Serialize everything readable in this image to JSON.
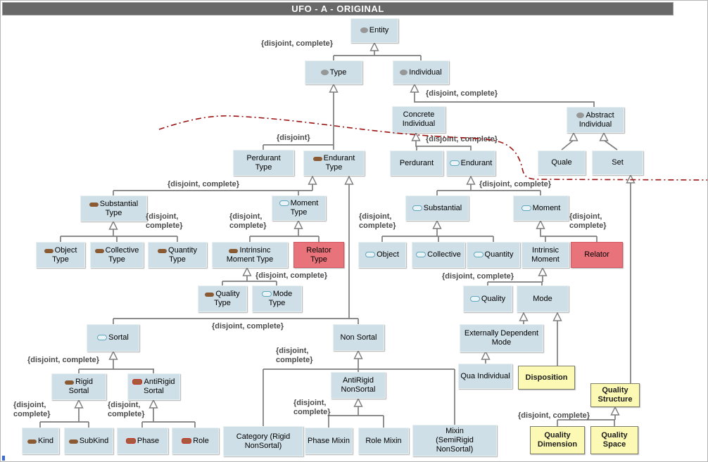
{
  "title": "UFO - A - ORIGINAL",
  "colors": {
    "box_fill": "#cfdfe7",
    "box_red": "#e8737b",
    "box_yellow": "#fbf9b4",
    "title_bg": "#686868",
    "title_text": "#ffffff",
    "connector_line": "#7d7d7d",
    "red_dashed_line": "#9b1313",
    "icon_brown": "#8a5a33",
    "icon_blue_border": "#5fa8c2",
    "icon_gray": "#979797",
    "icon_red_border": "#c23028"
  },
  "nodes": [
    {
      "id": "entity",
      "label": "Entity",
      "icon": "gray-circle",
      "variant": ""
    },
    {
      "id": "type",
      "label": "Type",
      "icon": "gray-circle",
      "variant": ""
    },
    {
      "id": "individual",
      "label": "Individual",
      "icon": "gray-circle",
      "variant": ""
    },
    {
      "id": "concrete-individual",
      "label": "Concrete\nIndividual",
      "icon": null,
      "variant": ""
    },
    {
      "id": "abstract-individual",
      "label": "Abstract\nIndividual",
      "icon": "gray-circle",
      "variant": ""
    },
    {
      "id": "perdurant-type",
      "label": "Perdurant\nType",
      "icon": null,
      "variant": ""
    },
    {
      "id": "endurant-type",
      "label": "Endurant\nType",
      "icon": "brown-pill",
      "variant": ""
    },
    {
      "id": "perdurant",
      "label": "Perdurant",
      "icon": null,
      "variant": ""
    },
    {
      "id": "endurant",
      "label": "Endurant",
      "icon": "blue-pill",
      "variant": ""
    },
    {
      "id": "quale",
      "label": "Quale",
      "icon": null,
      "variant": ""
    },
    {
      "id": "set",
      "label": "Set",
      "icon": null,
      "variant": ""
    },
    {
      "id": "substantial-type",
      "label": "Substantial\nType",
      "icon": "brown-pill",
      "variant": ""
    },
    {
      "id": "moment-type",
      "label": "Moment\nType",
      "icon": "blue-pill",
      "variant": ""
    },
    {
      "id": "object-type",
      "label": "Object\nType",
      "icon": "brown-pill",
      "variant": ""
    },
    {
      "id": "collective-type",
      "label": "Collective\nType",
      "icon": "brown-pill",
      "variant": ""
    },
    {
      "id": "quantity-type",
      "label": "Quantity Type",
      "icon": "brown-pill",
      "variant": ""
    },
    {
      "id": "intrinsinc-moment-type",
      "label": "Intrinsinc\nMoment Type",
      "icon": "brown-pill",
      "variant": ""
    },
    {
      "id": "relator-type",
      "label": "Relator\nType",
      "icon": null,
      "variant": "red"
    },
    {
      "id": "substantial",
      "label": "Substantial",
      "icon": "blue-pill",
      "variant": ""
    },
    {
      "id": "moment",
      "label": "Moment",
      "icon": "blue-pill",
      "variant": ""
    },
    {
      "id": "object",
      "label": "Object",
      "icon": "blue-pill",
      "variant": ""
    },
    {
      "id": "collective",
      "label": "Collective",
      "icon": "blue-pill",
      "variant": ""
    },
    {
      "id": "quantity",
      "label": "Quantity",
      "icon": "blue-pill",
      "variant": ""
    },
    {
      "id": "intrinsic-moment",
      "label": "Intrinsic\nMoment",
      "icon": null,
      "variant": ""
    },
    {
      "id": "relator",
      "label": "Relator",
      "icon": null,
      "variant": "red"
    },
    {
      "id": "quality-type",
      "label": "Quality\nType",
      "icon": "brown-pill",
      "variant": ""
    },
    {
      "id": "mode-type",
      "label": "Mode\nType",
      "icon": "blue-pill",
      "variant": ""
    },
    {
      "id": "quality",
      "label": "Quality",
      "icon": "blue-pill",
      "variant": ""
    },
    {
      "id": "mode",
      "label": "Mode",
      "icon": null,
      "variant": ""
    },
    {
      "id": "sortal",
      "label": "Sortal",
      "icon": "blue-pill",
      "variant": ""
    },
    {
      "id": "non-sortal",
      "label": "Non Sortal",
      "icon": null,
      "variant": ""
    },
    {
      "id": "externally-dependent-mode",
      "label": "Externally Dependent\nMode",
      "icon": null,
      "variant": ""
    },
    {
      "id": "qua-individual",
      "label": "Qua Individual",
      "icon": null,
      "variant": ""
    },
    {
      "id": "disposition",
      "label": "Disposition",
      "icon": null,
      "variant": "yellow"
    },
    {
      "id": "rigid-sortal",
      "label": "Rigid\nSortal",
      "icon": "brown-pill",
      "variant": ""
    },
    {
      "id": "antirigid-sortal",
      "label": "AntiRigid\nSortal",
      "icon": "red-pill",
      "variant": ""
    },
    {
      "id": "antirigid-nonsortal",
      "label": "AntiRigid\nNonSortal",
      "icon": null,
      "variant": ""
    },
    {
      "id": "quality-structure",
      "label": "Quality\nStructure",
      "icon": null,
      "variant": "yellow"
    },
    {
      "id": "kind",
      "label": "Kind",
      "icon": "brown-pill",
      "variant": ""
    },
    {
      "id": "subkind",
      "label": "SubKind",
      "icon": "brown-pill",
      "variant": ""
    },
    {
      "id": "phase",
      "label": "Phase",
      "icon": "red-pill",
      "variant": ""
    },
    {
      "id": "role",
      "label": "Role",
      "icon": "red-pill",
      "variant": ""
    },
    {
      "id": "category",
      "label": "Category (Rigid\nNonSortal)",
      "icon": null,
      "variant": ""
    },
    {
      "id": "phase-mixin",
      "label": "Phase Mixin",
      "icon": null,
      "variant": ""
    },
    {
      "id": "role-mixin",
      "label": "Role Mixin",
      "icon": null,
      "variant": ""
    },
    {
      "id": "mixin",
      "label": "Mixin\n(SemiRigid\nNonSortal)",
      "icon": null,
      "variant": ""
    },
    {
      "id": "quality-dimension",
      "label": "Quality\nDimension",
      "icon": null,
      "variant": "yellow"
    },
    {
      "id": "quality-space",
      "label": "Quality\nSpace",
      "icon": null,
      "variant": "yellow"
    }
  ],
  "edge_labels": [
    {
      "id": "dc1",
      "text": "{disjoint, complete}"
    },
    {
      "id": "dc2",
      "text": "{disjoint, complete}"
    },
    {
      "id": "dj1",
      "text": "{disjoint}"
    },
    {
      "id": "dc3",
      "text": "{disjoint, complete}"
    },
    {
      "id": "dc4",
      "text": "{disjoint, complete}"
    },
    {
      "id": "dc5",
      "text": "{disjoint, complete}"
    },
    {
      "id": "dc6",
      "text": "{disjoint,\ncomplete}"
    },
    {
      "id": "dc7",
      "text": "{disjoint,\ncomplete}"
    },
    {
      "id": "dc8",
      "text": "{disjoint,\ncomplete}"
    },
    {
      "id": "dc9",
      "text": "{disjoint,\ncomplete}"
    },
    {
      "id": "dc10",
      "text": "{disjoint, complete}"
    },
    {
      "id": "dc11",
      "text": "{disjoint, complete}"
    },
    {
      "id": "dc12",
      "text": "{disjoint, complete}"
    },
    {
      "id": "dc13",
      "text": "{disjoint,\ncomplete}"
    },
    {
      "id": "dc14",
      "text": "{disjoint, complete}"
    },
    {
      "id": "dc15",
      "text": "{disjoint,\ncomplete}"
    },
    {
      "id": "dc16",
      "text": "{disjoint,\ncomplete}"
    },
    {
      "id": "dc17",
      "text": "{disjoint,\ncomplete}"
    },
    {
      "id": "dc18",
      "text": "{disjoint, complete}"
    }
  ]
}
